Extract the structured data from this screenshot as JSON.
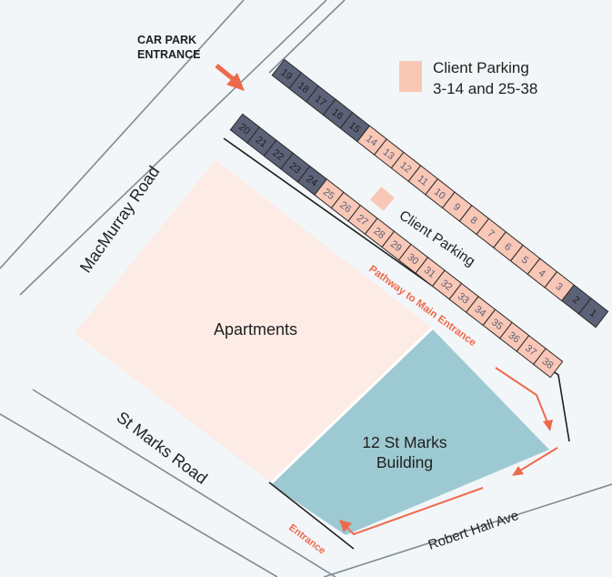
{
  "colors": {
    "background": "#f3f6f8",
    "road_edge": "#7d8b94",
    "curb": "#1f1f1f",
    "apartments": "#fdece6",
    "building": "#9dcad2",
    "client_bay": "#f9c7b6",
    "other_bay": "#5b6177",
    "bay_stroke": "#2a2a2a",
    "accent": "#ee6a4d",
    "text": "#1f1f1f"
  },
  "labels": {
    "entrance_line1": "CAR PARK",
    "entrance_line2": "ENTRANCE",
    "legend_line1": "Client Parking",
    "legend_line2": "3-14 and 25-38",
    "client_parking": "Client Parking",
    "macmurray": "MacMurray Road",
    "st_marks_road": "St Marks Road",
    "robert_hall": "Robert Hall Ave",
    "apartments": "Apartments",
    "building_line1": "12 St Marks",
    "building_line2": "Building",
    "pathway": "Pathway to Main Entrance",
    "entrance": "Entrance"
  },
  "parking": {
    "client_bays": "3-14 and 25-38",
    "upper_row": [
      "19",
      "18",
      "17",
      "16",
      "15",
      "14",
      "13",
      "12",
      "11",
      "10",
      "9",
      "8",
      "7",
      "6",
      "5",
      "4",
      "3",
      "2",
      "1"
    ],
    "upper_client": [
      "14",
      "13",
      "12",
      "11",
      "10",
      "9",
      "8",
      "7",
      "6",
      "5",
      "4",
      "3"
    ],
    "lower_row": [
      "20",
      "21",
      "22",
      "23",
      "24",
      "25",
      "26",
      "27",
      "28",
      "29",
      "30",
      "31",
      "32",
      "33",
      "34",
      "35",
      "36",
      "37",
      "38"
    ],
    "lower_client": [
      "25",
      "26",
      "27",
      "28",
      "29",
      "30",
      "31",
      "32",
      "33",
      "34",
      "35",
      "36",
      "37",
      "38"
    ]
  },
  "icons": {
    "entrance_arrow": "arrow-icon",
    "legend_swatch": "swatch-icon"
  }
}
